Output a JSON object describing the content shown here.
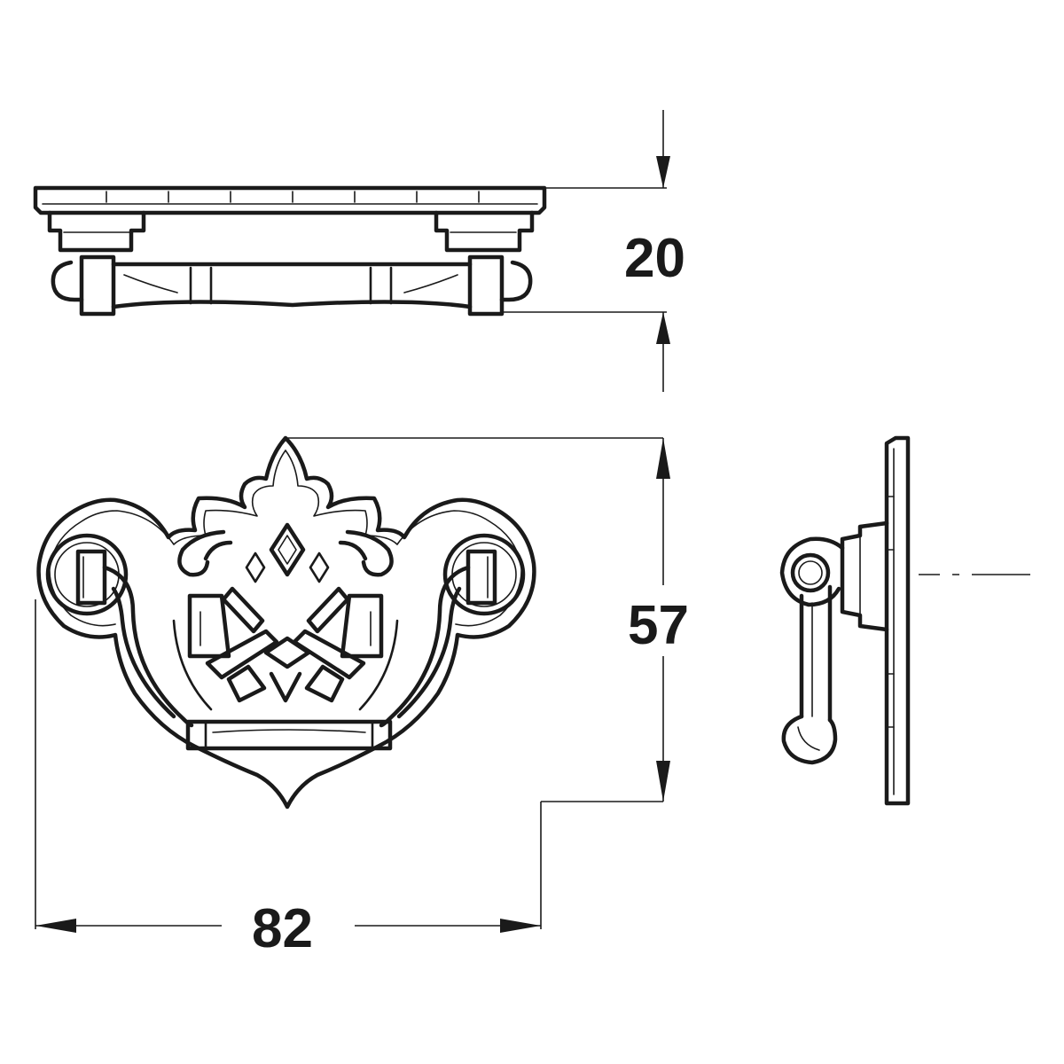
{
  "dimensions": {
    "height": "20",
    "plate_height": "57",
    "width": "82"
  },
  "colors": {
    "ink": "#1a1a1a",
    "background": "#ffffff"
  }
}
